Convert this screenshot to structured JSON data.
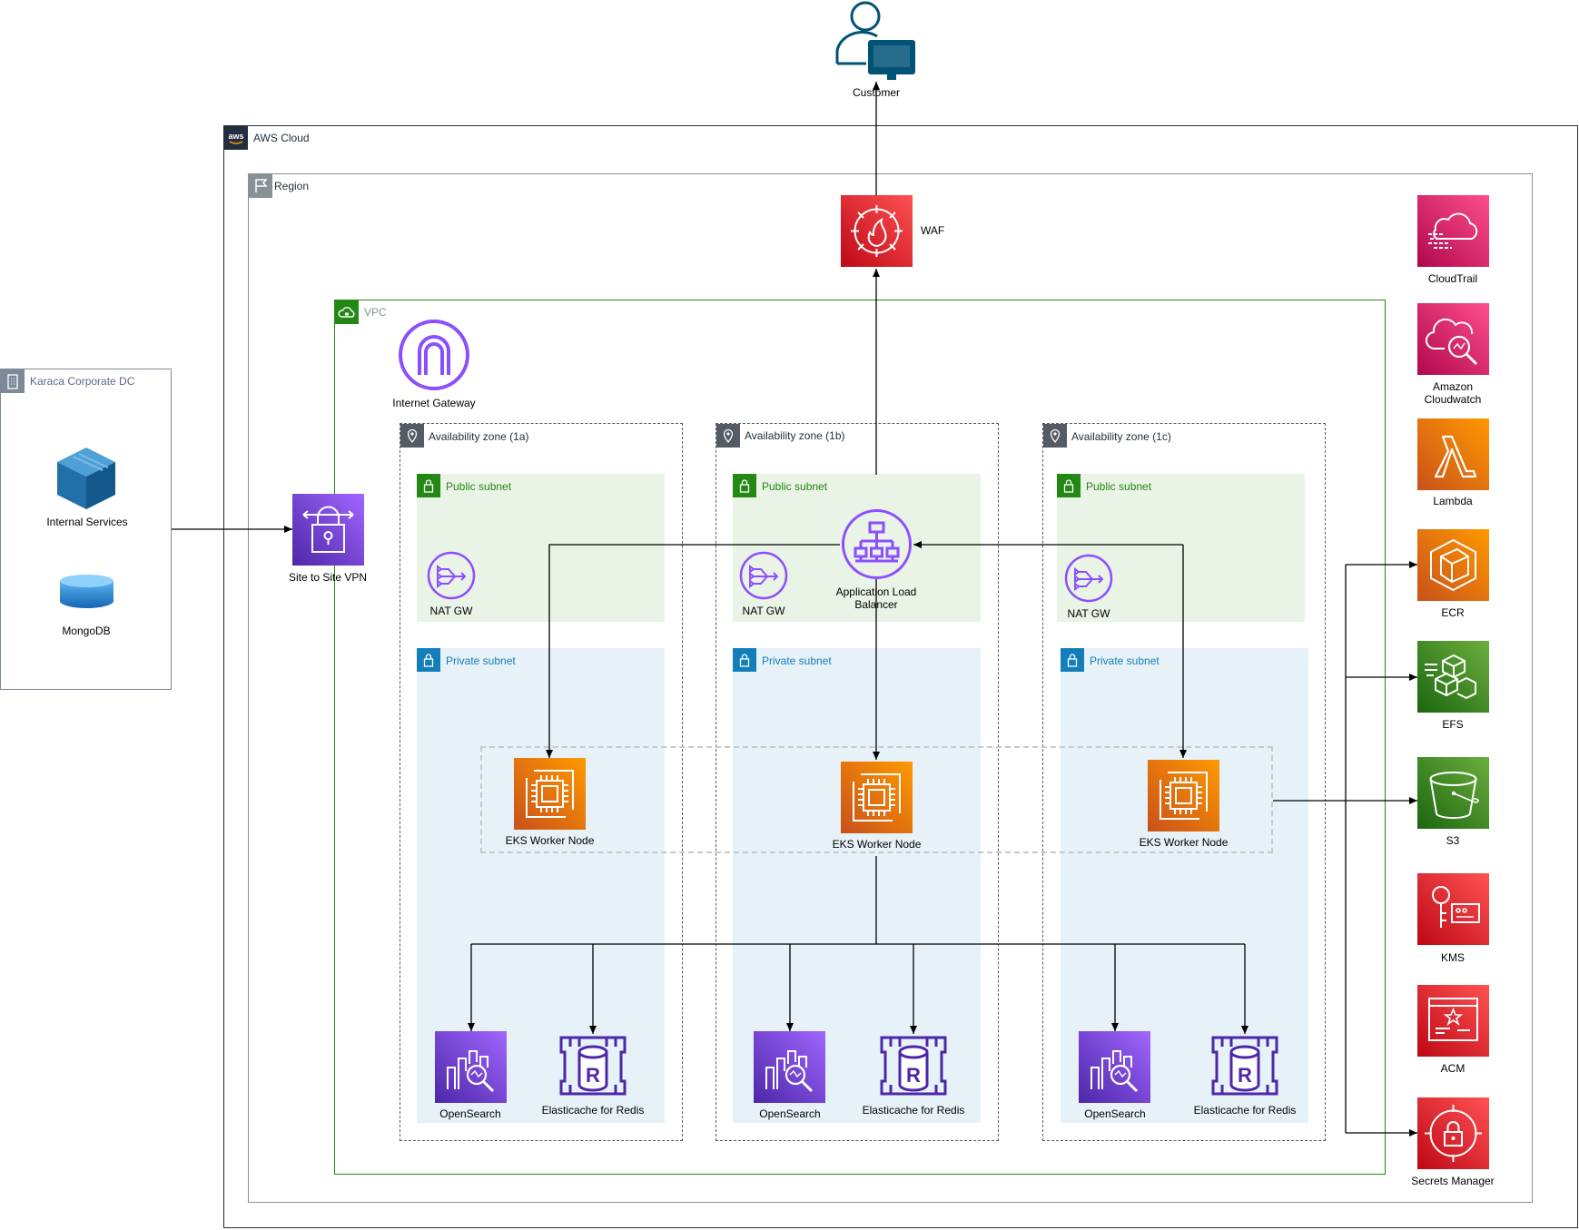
{
  "customer": {
    "label": "Customer"
  },
  "aws_cloud": {
    "title": "AWS Cloud"
  },
  "region": {
    "title": "Region"
  },
  "vpc": {
    "title": "VPC"
  },
  "corporate_dc": {
    "title": "Karaca Corporate DC",
    "internal_services": "Internal Services",
    "mongodb": "MongoDB"
  },
  "vpn": {
    "label": "Site to Site VPN"
  },
  "waf": {
    "label": "WAF"
  },
  "internet_gateway": {
    "label": "Internet Gateway"
  },
  "alb": {
    "label": "Application Load Balancer"
  },
  "zones": [
    {
      "title": "Availability zone (1a)",
      "public_subnet": "Public subnet",
      "private_subnet": "Private subnet",
      "nat": "NAT GW",
      "eks": "EKS Worker Node",
      "opensearch": "OpenSearch",
      "redis": "Elasticache for Redis"
    },
    {
      "title": "Availability zone (1b)",
      "public_subnet": "Public subnet",
      "private_subnet": "Private subnet",
      "nat": "NAT GW",
      "eks": "EKS Worker Node",
      "opensearch": "OpenSearch",
      "redis": "Elasticache for Redis"
    },
    {
      "title": "Availability zone (1c)",
      "public_subnet": "Public subnet",
      "private_subnet": "Private subnet",
      "nat": "NAT GW",
      "eks": "EKS Worker Node",
      "opensearch": "OpenSearch",
      "redis": "Elasticache for Redis"
    }
  ],
  "services": {
    "cloudtrail": "CloudTrail",
    "cloudwatch": "Amazon Cloudwatch",
    "lambda": "Lambda",
    "ecr": "ECR",
    "efs": "EFS",
    "s3": "S3",
    "kms": "KMS",
    "acm": "ACM",
    "secrets": "Secrets Manager"
  },
  "colors": {
    "security": "#dd344c",
    "management": "#e7157b",
    "compute": "#ed7100",
    "storage": "#3f8624",
    "networking": "#8c4fff",
    "public_subnet_fill": "#e9f3e6",
    "public_subnet_text": "#248814",
    "private_subnet_fill": "#e6f2f8",
    "private_subnet_text": "#147eba",
    "vpc_border": "#248814",
    "customer_icon": "#005276"
  },
  "icons": {
    "customer": "user-computer-icon",
    "waf": "waf-icon",
    "vpn": "site-to-site-vpn-icon",
    "igw": "internet-gateway-icon",
    "alb": "load-balancer-icon",
    "nat": "nat-gateway-icon",
    "eks": "ec2-instance-icon",
    "opensearch": "opensearch-icon",
    "redis": "elasticache-redis-icon"
  }
}
